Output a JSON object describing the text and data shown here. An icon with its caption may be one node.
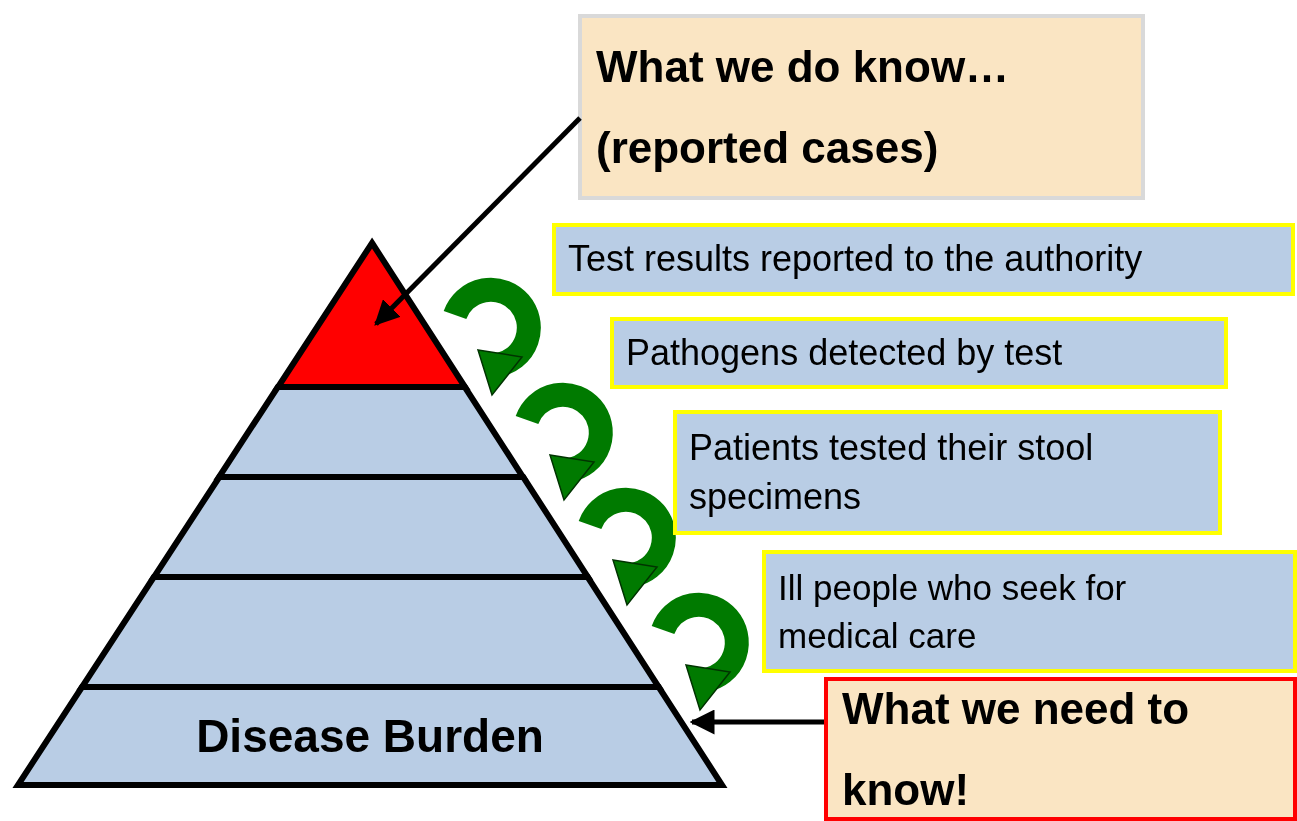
{
  "diagram": {
    "nodes": [
      {
        "text": [
          "What we do know… (reported cases)"
        ]
      },
      {
        "text": [],
        "shape": "triangle"
      },
      {
        "text": [],
        "shape": "trapezoid"
      },
      {
        "text": [],
        "shape": "trapezoid"
      },
      {
        "text": [],
        "shape": "trapezoid"
      },
      {
        "text": [
          "Disease Burden"
        ]
      },
      {
        "text": [
          "Test results reported to the authority"
        ]
      },
      {
        "text": [
          "Pathogens detected by test"
        ]
      },
      {
        "text": [
          "Patients tested their stool specimens"
        ]
      },
      {
        "text": [
          "Ill people who seek for medical care"
        ]
      },
      {
        "text": [
          "What we need to know!"
        ]
      }
    ],
    "edges": [
      {
        "from": 0,
        "to": 1,
        "arrow": "to"
      },
      {
        "from": 10,
        "to": 5,
        "arrow": "to"
      }
    ]
  }
}
